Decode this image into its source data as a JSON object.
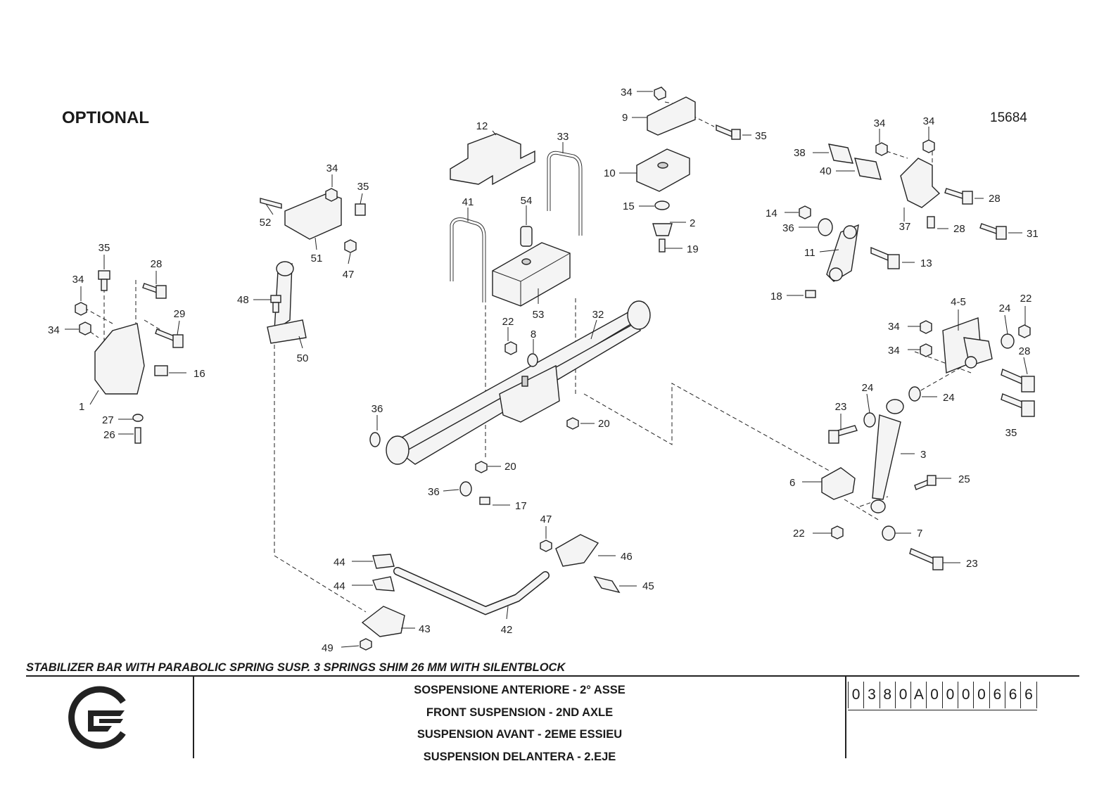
{
  "header": {
    "optional_label": "OPTIONAL",
    "drawing_number": "15684"
  },
  "caption": "STABILIZER BAR WITH PARABOLIC SPRING SUSP. 3 SPRINGS SHIM 26 MM WITH SILENTBLOCK",
  "title_block": {
    "titles": [
      "SOSPENSIONE ANTERIORE - 2° ASSE",
      "FRONT SUSPENSION - 2ND AXLE",
      "SUSPENSION AVANT - 2EME ESSIEU",
      "SUSPENSION DELANTERA - 2.EJE"
    ],
    "code": [
      "0",
      "3",
      "8",
      "0",
      "A",
      "0",
      "0",
      "0",
      "0",
      "6",
      "6",
      "6"
    ]
  },
  "callouts": {
    "c1": "1",
    "c2": "2",
    "c3": "3",
    "c4_5": "4-5",
    "c6": "6",
    "c7": "7",
    "c8": "8",
    "c9": "9",
    "c10": "10",
    "c11": "11",
    "c12": "12",
    "c13": "13",
    "c14": "14",
    "c15": "15",
    "c16": "16",
    "c17": "17",
    "c18": "18",
    "c19": "19",
    "c20": "20",
    "c22": "22",
    "c23": "23",
    "c24": "24",
    "c25": "25",
    "c26": "26",
    "c27": "27",
    "c28": "28",
    "c29": "29",
    "c31": "31",
    "c32": "32",
    "c33": "33",
    "c34": "34",
    "c35": "35",
    "c36": "36",
    "c37": "37",
    "c38": "38",
    "c40": "40",
    "c41": "41",
    "c42": "42",
    "c43": "43",
    "c44": "44",
    "c45": "45",
    "c46": "46",
    "c47": "47",
    "c48": "48",
    "c49": "49",
    "c50": "50",
    "c51": "51",
    "c52": "52",
    "c53": "53",
    "c54": "54"
  }
}
